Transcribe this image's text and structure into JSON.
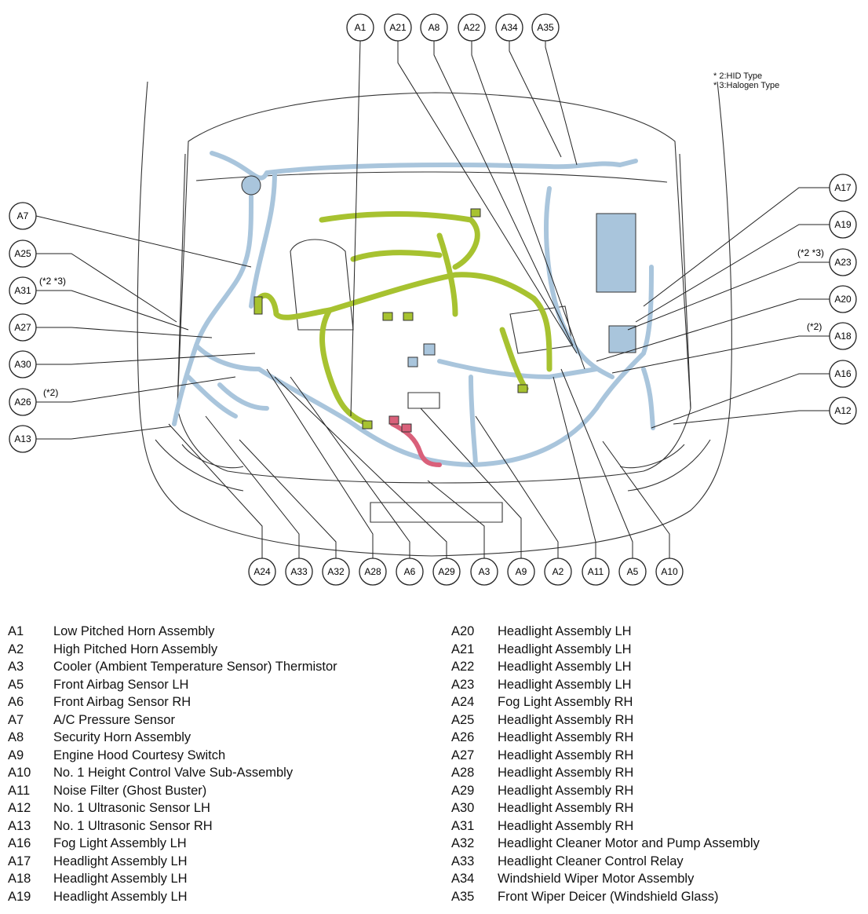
{
  "notes": [
    "* 2:HID Type",
    "* 3:Halogen Type"
  ],
  "qualifiers": {
    "A31": "(*2 *3)",
    "A23": "(*2 *3)",
    "A18": "(*2)",
    "A26": "(*2)"
  },
  "callouts": {
    "top": [
      "A1",
      "A21",
      "A8",
      "A22",
      "A34",
      "A35"
    ],
    "left": [
      "A7",
      "A25",
      "A31",
      "A27",
      "A30",
      "A26",
      "A13"
    ],
    "right": [
      "A17",
      "A19",
      "A23",
      "A20",
      "A18",
      "A16",
      "A12"
    ],
    "bottom": [
      "A24",
      "A33",
      "A32",
      "A28",
      "A6",
      "A29",
      "A3",
      "A9",
      "A2",
      "A11",
      "A5",
      "A10"
    ]
  },
  "colors": {
    "harness_main": "#a9c5dc",
    "harness_engine": "#a7c230",
    "harness_aux": "#d9607a",
    "outline": "#333333"
  },
  "legend_left": [
    {
      "code": "A1",
      "name": "Low Pitched Horn Assembly"
    },
    {
      "code": "A2",
      "name": "High Pitched Horn Assembly"
    },
    {
      "code": "A3",
      "name": "Cooler (Ambient Temperature Sensor) Thermistor"
    },
    {
      "code": "A5",
      "name": "Front Airbag Sensor LH"
    },
    {
      "code": "A6",
      "name": "Front Airbag Sensor RH"
    },
    {
      "code": "A7",
      "name": "A/C Pressure Sensor"
    },
    {
      "code": "A8",
      "name": "Security Horn Assembly"
    },
    {
      "code": "A9",
      "name": "Engine Hood Courtesy Switch"
    },
    {
      "code": "A10",
      "name": "No. 1 Height Control Valve Sub-Assembly"
    },
    {
      "code": "A11",
      "name": "Noise Filter (Ghost Buster)"
    },
    {
      "code": "A12",
      "name": "No. 1 Ultrasonic Sensor LH"
    },
    {
      "code": "A13",
      "name": "No. 1 Ultrasonic Sensor RH"
    },
    {
      "code": "A16",
      "name": "Fog Light Assembly LH"
    },
    {
      "code": "A17",
      "name": "Headlight Assembly LH"
    },
    {
      "code": "A18",
      "name": "Headlight Assembly LH"
    },
    {
      "code": "A19",
      "name": "Headlight Assembly LH"
    }
  ],
  "legend_right": [
    {
      "code": "A20",
      "name": "Headlight Assembly LH"
    },
    {
      "code": "A21",
      "name": "Headlight Assembly LH"
    },
    {
      "code": "A22",
      "name": "Headlight Assembly LH"
    },
    {
      "code": "A23",
      "name": "Headlight Assembly LH"
    },
    {
      "code": "A24",
      "name": "Fog Light Assembly RH"
    },
    {
      "code": "A25",
      "name": "Headlight Assembly RH"
    },
    {
      "code": "A26",
      "name": "Headlight Assembly RH"
    },
    {
      "code": "A27",
      "name": "Headlight Assembly RH"
    },
    {
      "code": "A28",
      "name": "Headlight Assembly RH"
    },
    {
      "code": "A29",
      "name": "Headlight Assembly RH"
    },
    {
      "code": "A30",
      "name": "Headlight Assembly RH"
    },
    {
      "code": "A31",
      "name": "Headlight Assembly RH"
    },
    {
      "code": "A32",
      "name": "Headlight Cleaner Motor and Pump Assembly"
    },
    {
      "code": "A33",
      "name": "Headlight Cleaner Control Relay"
    },
    {
      "code": "A34",
      "name": "Windshield Wiper Motor Assembly"
    },
    {
      "code": "A35",
      "name": "Front Wiper Deicer (Windshield Glass)"
    }
  ]
}
